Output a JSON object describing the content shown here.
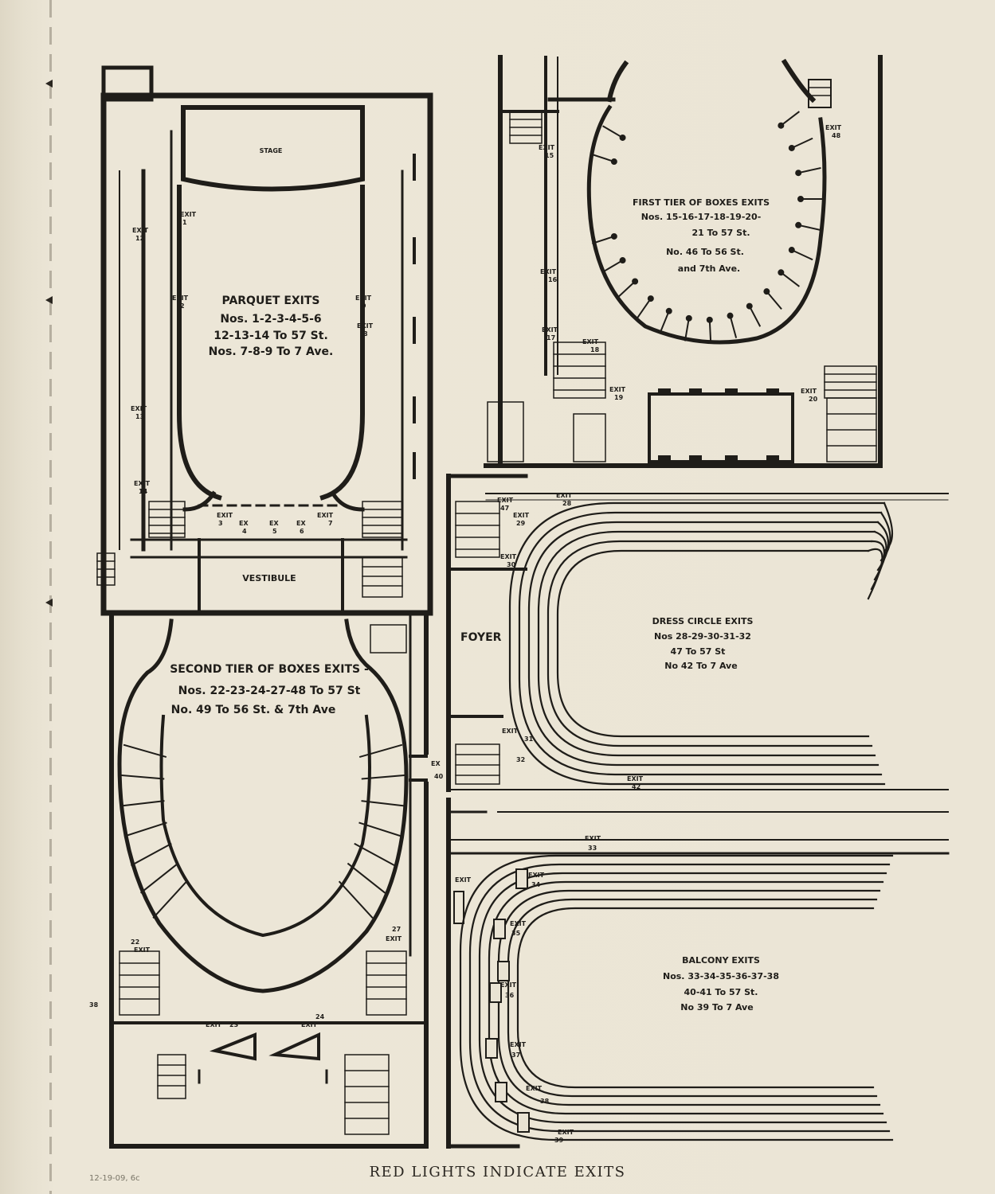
{
  "footer": {
    "caption": "RED LIGHTS INDICATE EXITS"
  },
  "catalog_note": "12-19-09, 6c",
  "panels": {
    "parquet": {
      "stage_label": "STAGE",
      "vestibule_label": "VESTIBULE",
      "heading": "PARQUET EXITS",
      "lines": [
        "Nos. 1-2-3-4-5-6",
        "12-13-14 To 57 St.",
        "Nos. 7-8-9 To 7 Ave."
      ]
    },
    "first_tier": {
      "heading": "FIRST TIER OF BOXES EXITS",
      "lines": [
        "Nos. 15-16-17-18-19-20-",
        "21 To 57 St.",
        "No. 46 To 56 St.",
        "and 7th Ave."
      ]
    },
    "second_tier": {
      "heading": "SECOND TIER OF BOXES EXITS -",
      "lines": [
        "Nos. 22-23-24-27-48 To 57 St",
        "No. 49 To 56 St. & 7th Ave"
      ]
    },
    "dress_circle": {
      "foyer_label": "FOYER",
      "heading": "DRESS CIRCLE EXITS",
      "lines": [
        "Nos 28-29-30-31-32",
        "47 To 57 St",
        "No 42 To 7 Ave"
      ]
    },
    "balcony": {
      "heading": "BALCONY EXITS",
      "lines": [
        "Nos. 33-34-35-36-37-38",
        "40-41 To 57 St.",
        "No 39 To 7 Ave"
      ]
    }
  },
  "exit_word": "EXIT",
  "exit_word_short": "EX",
  "exits": [
    {
      "n": "1"
    },
    {
      "n": "2"
    },
    {
      "n": "3"
    },
    {
      "n": "4"
    },
    {
      "n": "5"
    },
    {
      "n": "6"
    },
    {
      "n": "7"
    },
    {
      "n": "8"
    },
    {
      "n": "9"
    },
    {
      "n": "12"
    },
    {
      "n": "13"
    },
    {
      "n": "14"
    },
    {
      "n": "15"
    },
    {
      "n": "16"
    },
    {
      "n": "17"
    },
    {
      "n": "18"
    },
    {
      "n": "19"
    },
    {
      "n": "20"
    },
    {
      "n": "48"
    },
    {
      "n": "22"
    },
    {
      "n": "23"
    },
    {
      "n": "24"
    },
    {
      "n": "27"
    },
    {
      "n": "38"
    },
    {
      "n": "40"
    },
    {
      "n": "28"
    },
    {
      "n": "29"
    },
    {
      "n": "30"
    },
    {
      "n": "31"
    },
    {
      "n": "32"
    },
    {
      "n": "42"
    },
    {
      "n": "47"
    },
    {
      "n": "33"
    },
    {
      "n": "34"
    },
    {
      "n": "35"
    },
    {
      "n": "36"
    },
    {
      "n": "37"
    },
    {
      "n": "38"
    },
    {
      "n": "39"
    }
  ]
}
